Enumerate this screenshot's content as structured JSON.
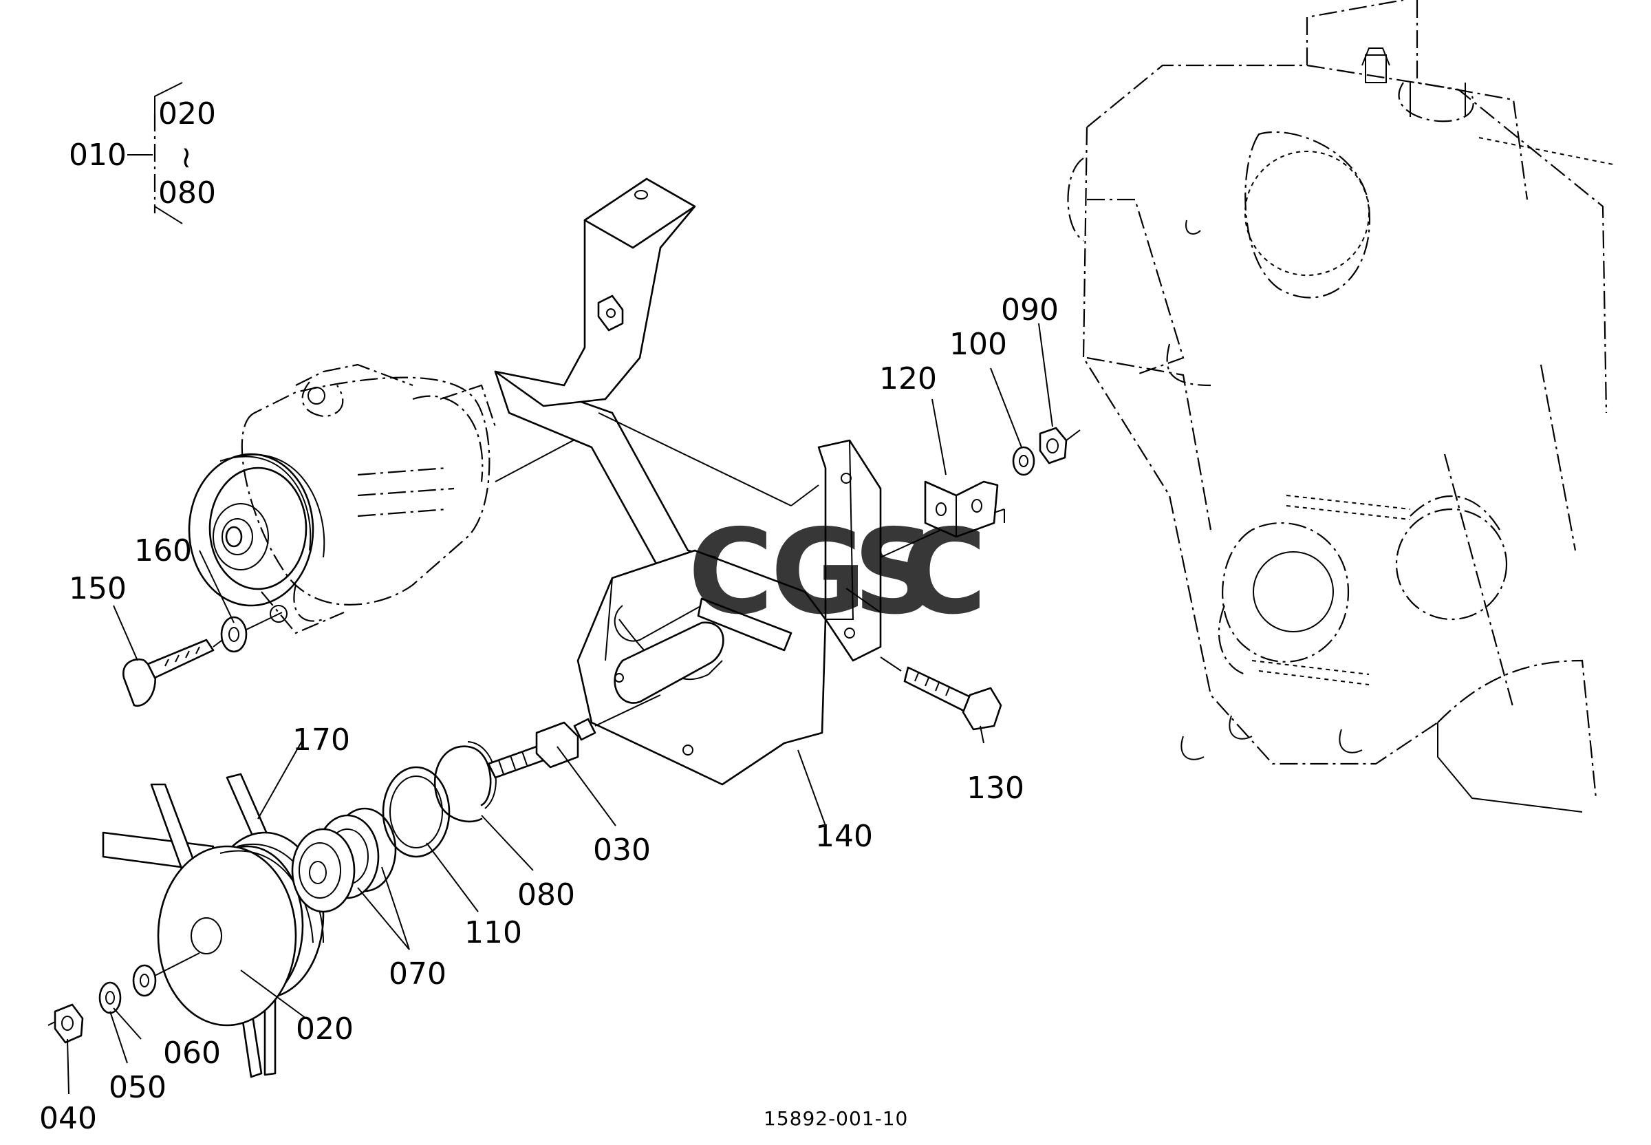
{
  "assembly": {
    "code": "010",
    "from": "020",
    "range_symbol": "~",
    "to": "080"
  },
  "callouts": [
    {
      "id": "020"
    },
    {
      "id": "030"
    },
    {
      "id": "040"
    },
    {
      "id": "050"
    },
    {
      "id": "060"
    },
    {
      "id": "070"
    },
    {
      "id": "080"
    },
    {
      "id": "090"
    },
    {
      "id": "100"
    },
    {
      "id": "110"
    },
    {
      "id": "120"
    },
    {
      "id": "130"
    },
    {
      "id": "140"
    },
    {
      "id": "150"
    },
    {
      "id": "160"
    },
    {
      "id": "170"
    }
  ],
  "drawing_number": "15892-001-10",
  "watermark": {
    "letters": [
      {
        "char": "C",
        "color": "#5b8def"
      },
      {
        "char": "G",
        "color": "#e9756f"
      },
      {
        "char": "S",
        "color": "#f2cf4f"
      },
      {
        "char": "C",
        "color": "#5fb08a"
      }
    ]
  }
}
